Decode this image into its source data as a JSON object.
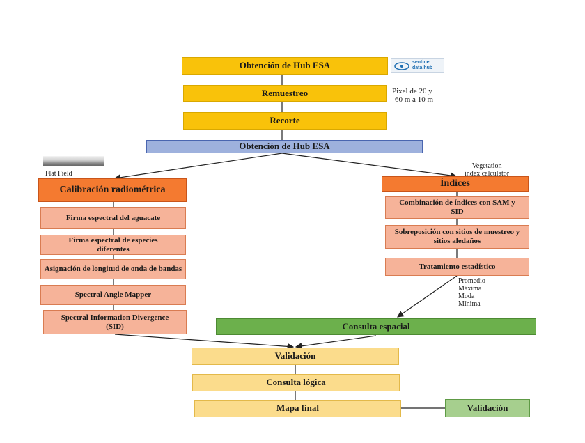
{
  "nodes": {
    "hub_top": "Obtención de Hub ESA",
    "remuestreo": "Remuestreo",
    "recorte": "Recorte",
    "hub_blue": "Obtención de Hub ESA",
    "calibracion": "Calibración radiométrica",
    "firma_aguacate": "Firma espectral del aguacate",
    "firma_especies": "Firma espectral de especies diferentes",
    "asignacion": "Asignación de longitud de onda de bandas",
    "sam": "Spectral Angle Mapper",
    "sid": "Spectral Information Divergence (SID)",
    "indices": "Índices",
    "combinacion": "Combinación de índices con SAM y SID",
    "sobreposicion": "Sobreposición con sitios de muestreo y sitios aledaños",
    "tratamiento": "Tratamiento estadístico",
    "consulta_espacial": "Consulta espacial",
    "validacion": "Validación",
    "consulta_logica": "Consulta lógica",
    "mapa_final": "Mapa final",
    "validacion_right": "Validación"
  },
  "notes": {
    "pixel_line1": "Pixel de 20 y",
    "pixel_line2": "60 m a 10 m",
    "flat_field": "Flat Field",
    "veg_line1": "Vegetation",
    "veg_line2": "index calculator",
    "stats": [
      "Promedio",
      "Máxima",
      "Moda",
      "Mínima"
    ]
  },
  "logo": {
    "text_line1": "sentinel",
    "text_line2": "data hub",
    "accent": "#1f6fb2"
  },
  "colors": {
    "yellow": "#f9c20a",
    "blue": "#9eb1dd",
    "orange": "#f47a30",
    "salmon": "#f6b399",
    "green": "#6cb04c",
    "pale_yellow": "#fbdc8c",
    "light_green": "#a6cf8e"
  }
}
